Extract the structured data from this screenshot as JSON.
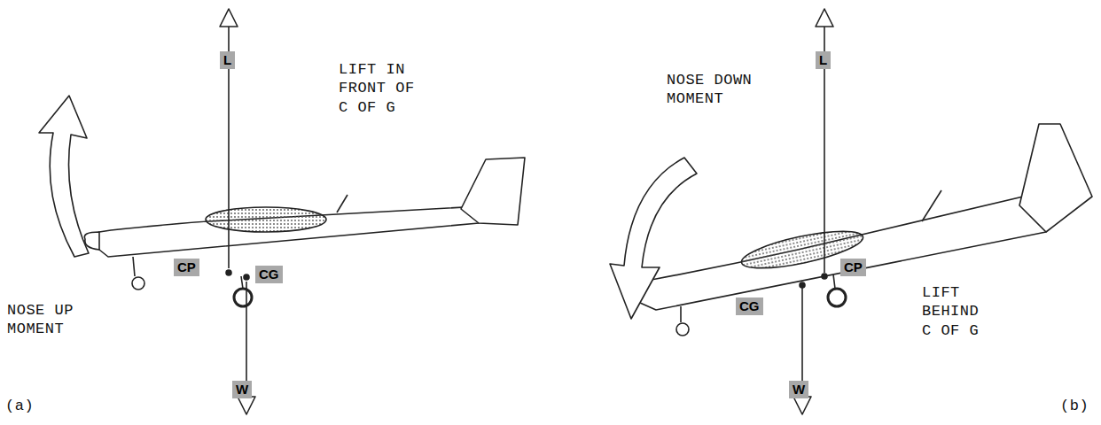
{
  "diagram": {
    "labels": [
      "L",
      "CP",
      "CG",
      "W",
      "LIFT IN FRONT OF C OF G",
      "NOSE UP MOMENT",
      "(a)",
      "NOSE DOWN MOMENT",
      "L",
      "CG",
      "CP",
      "W",
      "LIFT BEHIND C OF G",
      "(b)"
    ]
  }
}
